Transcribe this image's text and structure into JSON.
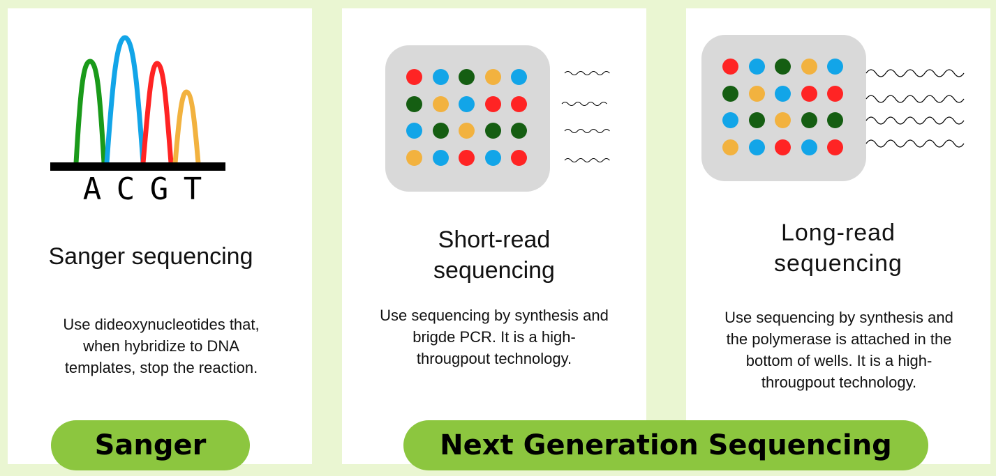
{
  "colors": {
    "background": "#eaf6d2",
    "card": "#ffffff",
    "pill": "#8cc63f",
    "chip": "#d9d9d9",
    "green": "#1a9a1a",
    "blue": "#12a5e8",
    "red": "#ff2424",
    "orange": "#f2b23f",
    "dark_green": "#155e12"
  },
  "sanger": {
    "bases": [
      "A",
      "C",
      "G",
      "T"
    ],
    "title_lines": [
      "Sanger sequencing"
    ],
    "description_lines": [
      "Use dideoxynucleotides that,",
      "when hybridize to DNA",
      "templates, stop the reaction."
    ]
  },
  "short_read": {
    "title_lines": [
      "Short-read",
      "sequencing"
    ],
    "description_lines": [
      "Use sequencing by synthesis and",
      "brigde PCR. It is a high-",
      "througpout technology."
    ],
    "dot_grid": [
      [
        "red",
        "blue",
        "dark_green",
        "orange",
        "blue"
      ],
      [
        "dark_green",
        "orange",
        "blue",
        "red",
        "red"
      ],
      [
        "blue",
        "dark_green",
        "orange",
        "dark_green",
        "dark_green"
      ],
      [
        "orange",
        "blue",
        "red",
        "blue",
        "red"
      ]
    ]
  },
  "long_read": {
    "title_lines": [
      "Long-read",
      "sequencing"
    ],
    "description_lines": [
      "Use sequencing by synthesis and",
      "the polymerase is attached in the",
      "bottom of wells. It is a high-",
      "througpout technology."
    ],
    "dot_grid": [
      [
        "red",
        "blue",
        "dark_green",
        "orange",
        "blue"
      ],
      [
        "dark_green",
        "orange",
        "blue",
        "red",
        "red"
      ],
      [
        "blue",
        "dark_green",
        "orange",
        "dark_green",
        "dark_green"
      ],
      [
        "orange",
        "blue",
        "red",
        "blue",
        "red"
      ]
    ]
  },
  "groups": {
    "sanger_label": "Sanger",
    "ngs_label": "Next Generation Sequencing"
  }
}
